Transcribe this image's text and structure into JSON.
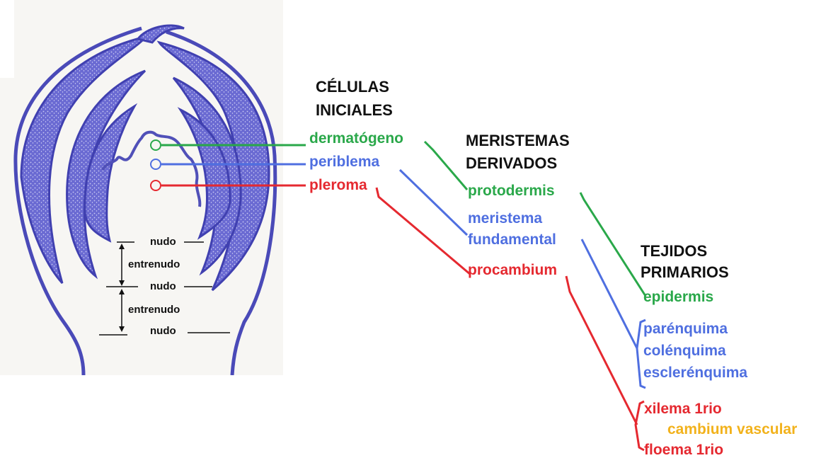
{
  "headers": {
    "initial_cells": [
      "CÉLULAS",
      "INICIALES"
    ],
    "derived_meristems": [
      "MERISTEMAS",
      "DERIVADOS"
    ],
    "primary_tissues": [
      "TEJIDOS",
      "PRIMARIOS"
    ]
  },
  "initial_cells": [
    {
      "label": "dermatógeno",
      "color": "#2aa84a"
    },
    {
      "label": "periblema",
      "color": "#4f6fe0"
    },
    {
      "label": "pleroma",
      "color": "#e52930"
    }
  ],
  "derived_meristems": {
    "protodermis": "protodermis",
    "fundamental_line1": "meristema",
    "fundamental_line2": "fundamental",
    "procambium": "procambium"
  },
  "primary_tissues": {
    "epidermis": "epidermis",
    "ground": [
      "parénquima",
      "colénquima",
      "esclerénquima"
    ],
    "vascular": [
      "xilema 1rio",
      "floema 1rio"
    ],
    "cambium": "cambium vascular"
  },
  "stem_labels": {
    "node": "nudo",
    "internode": "entrenudo"
  },
  "colors": {
    "green": "#2aa84a",
    "blue": "#4f6fe0",
    "red": "#e52930",
    "orange": "#f2b21c",
    "tissue_purple": "#5f5fc8",
    "tissue_outline": "#5050b8"
  }
}
